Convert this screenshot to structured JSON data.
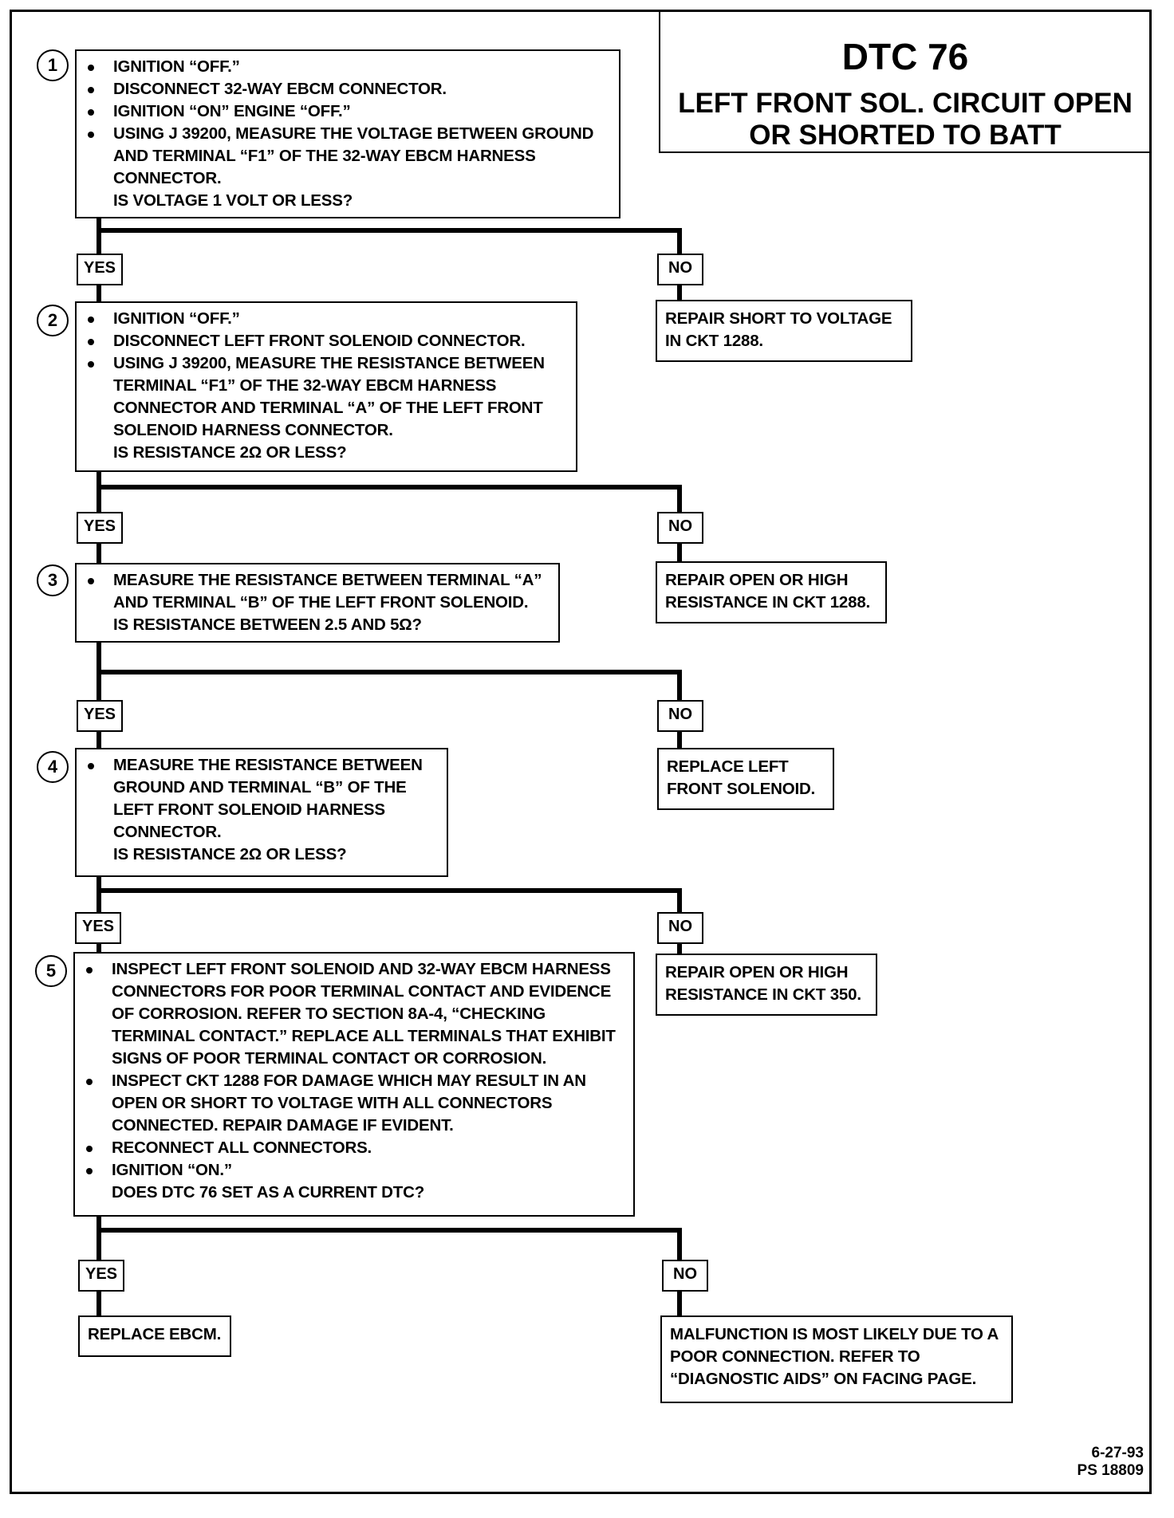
{
  "title": {
    "code": "DTC 76",
    "subtitle_line1": "LEFT FRONT SOL. CIRCUIT OPEN",
    "subtitle_line2": "OR SHORTED TO BATT"
  },
  "steps": [
    {
      "num": "1",
      "bullets": [
        "IGNITION “OFF.”",
        "DISCONNECT 32-WAY EBCM CONNECTOR.",
        "IGNITION “ON” ENGINE “OFF.”",
        "USING J 39200, MEASURE THE VOLTAGE BETWEEN GROUND AND TERMINAL “F1” OF THE 32-WAY EBCM HARNESS CONNECTOR."
      ],
      "question": "IS VOLTAGE 1 VOLT OR LESS?"
    },
    {
      "num": "2",
      "bullets": [
        "IGNITION “OFF.”",
        "DISCONNECT LEFT FRONT SOLENOID CONNECTOR.",
        "USING J 39200, MEASURE THE RESISTANCE BETWEEN TERMINAL “F1” OF THE 32-WAY EBCM HARNESS CONNECTOR AND TERMINAL “A” OF THE LEFT FRONT SOLENOID HARNESS CONNECTOR."
      ],
      "question": "IS RESISTANCE 2Ω OR LESS?"
    },
    {
      "num": "3",
      "bullets": [
        "MEASURE THE RESISTANCE BETWEEN TERMINAL “A” AND TERMINAL “B” OF THE LEFT FRONT SOLENOID."
      ],
      "question": "IS RESISTANCE BETWEEN 2.5 AND 5Ω?"
    },
    {
      "num": "4",
      "bullets": [
        "MEASURE THE RESISTANCE BETWEEN GROUND AND TERMINAL “B” OF THE LEFT FRONT SOLENOID HARNESS CONNECTOR."
      ],
      "question": "IS RESISTANCE 2Ω OR LESS?"
    },
    {
      "num": "5",
      "bullets": [
        "INSPECT LEFT FRONT SOLENOID AND 32-WAY EBCM HARNESS CONNECTORS FOR POOR TERMINAL CONTACT AND EVIDENCE OF CORROSION.  REFER TO SECTION 8A-4, “CHECKING TERMINAL CONTACT.”  REPLACE ALL TERMINALS THAT EXHIBIT SIGNS OF POOR TERMINAL CONTACT OR CORROSION.",
        "INSPECT CKT 1288 FOR DAMAGE WHICH MAY RESULT IN AN OPEN OR SHORT TO VOLTAGE WITH ALL CONNECTORS CONNECTED.  REPAIR DAMAGE IF EVIDENT.",
        "RECONNECT ALL CONNECTORS.",
        "IGNITION “ON.”"
      ],
      "question": "DOES DTC 76 SET AS A CURRENT DTC?"
    }
  ],
  "labels": {
    "yes": "YES",
    "no": "NO"
  },
  "results": {
    "no1": "REPAIR SHORT TO VOLTAGE IN CKT 1288.",
    "no2": "REPAIR OPEN OR HIGH RESISTANCE IN CKT 1288.",
    "no3": "REPLACE LEFT FRONT SOLENOID.",
    "no4": "REPAIR OPEN OR HIGH RESISTANCE IN CKT 350.",
    "yes5": "REPLACE EBCM.",
    "no5": "MALFUNCTION IS MOST LIKELY DUE TO A POOR CONNECTION.  REFER TO “DIAGNOSTIC AIDS” ON FACING PAGE."
  },
  "footer": {
    "date": "6-27-93",
    "ref": "PS 18809"
  }
}
